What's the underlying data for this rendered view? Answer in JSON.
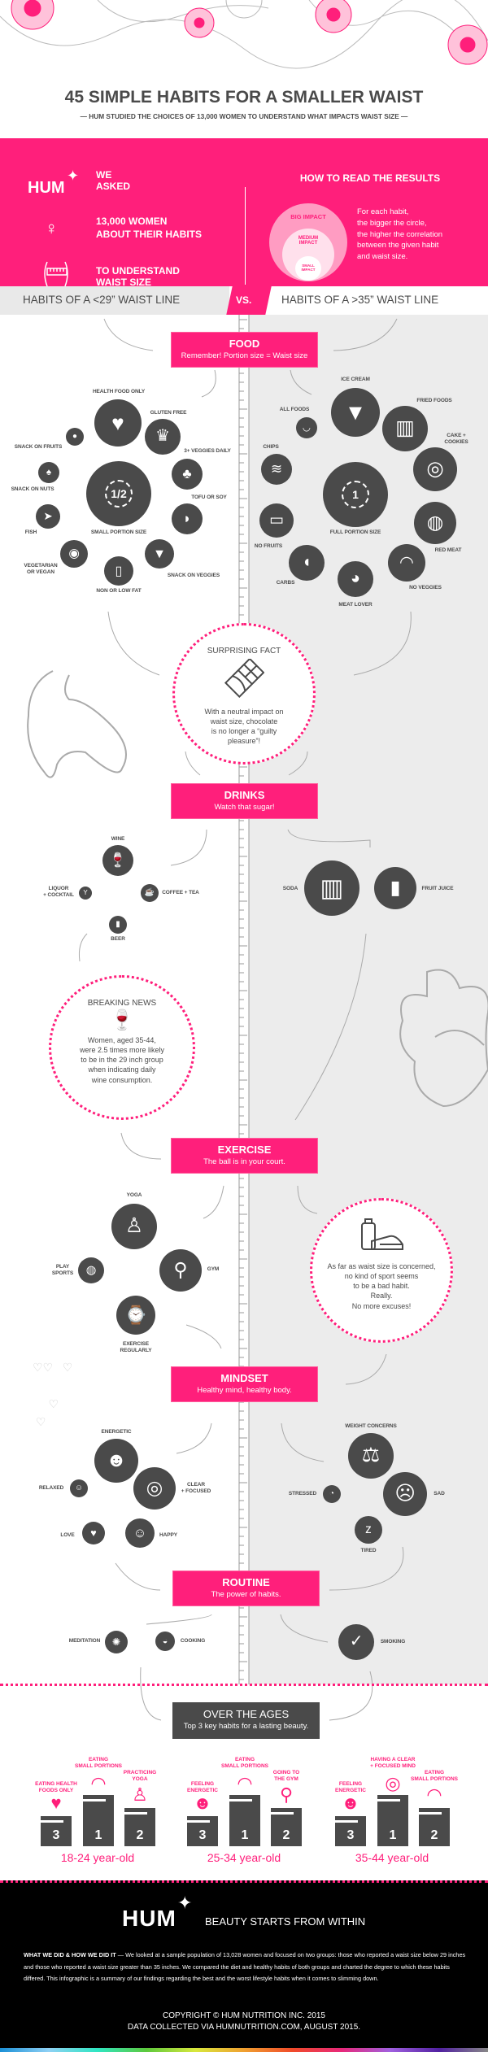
{
  "header": {
    "title": "45 SIMPLE HABITS FOR A SMALLER WAIST",
    "subtitle": "— HUM STUDIED THE CHOICES OF 13,000 WOMEN TO UNDERSTAND WHAT IMPACTS WAIST SIZE —"
  },
  "intro": {
    "logo": "HUM",
    "steps": [
      {
        "icon": "hum-hummingbird-logo",
        "text": "WE\nASKED"
      },
      {
        "icon": "female-symbol-icon",
        "text": "13,000 WOMEN\nABOUT THEIR HABITS"
      },
      {
        "icon": "waist-measuring-tape-icon",
        "text": "TO UNDERSTAND\nWAIST SIZE"
      }
    ],
    "legend": {
      "title": "HOW TO READ THE RESULTS",
      "big": "BIG IMPACT",
      "medium": "MEDIUM\nIMPACT",
      "small": "SMALL\nIMPACT",
      "text": "For each habit,\nthe bigger the circle,\nthe higher the correlation\nbetween the given habit\nand waist size."
    }
  },
  "versus": {
    "left": "HABITS OF A <29” WAIST LINE",
    "vs": "VS.",
    "right": "HABITS OF A >35” WAIST LINE"
  },
  "sections": {
    "food": {
      "title": "FOOD",
      "subtitle": "Remember! Portion size = Waist size",
      "left": [
        {
          "label": "HEALTH FOOD ONLY",
          "icon": "heart-pulse-icon"
        },
        {
          "label": "GLUTEN FREE",
          "icon": "wheat-icon"
        },
        {
          "label": "SNACK ON FRUITS",
          "icon": "apple-icon"
        },
        {
          "label": "3+ VEGGIES DAILY",
          "icon": "broccoli-icon"
        },
        {
          "label": "SNACK ON NUTS",
          "icon": "acorn-icon"
        },
        {
          "label": "SMALL PORTION SIZE",
          "icon": "half-plate-icon",
          "text": "1/2"
        },
        {
          "label": "TOFU OR SOY",
          "icon": "soy-bean-icon"
        },
        {
          "label": "FISH",
          "icon": "fish-icon"
        },
        {
          "label": "VEGETARIAN\nOR VEGAN",
          "icon": "avocado-icon"
        },
        {
          "label": "SNACK ON VEGGIES",
          "icon": "carrot-icon"
        },
        {
          "label": "NON OR LOW FAT",
          "icon": "milk-icon"
        }
      ],
      "right": [
        {
          "label": "ICE CREAM",
          "icon": "ice-cream-icon"
        },
        {
          "label": "ALL FOODS",
          "icon": "bowl-icon"
        },
        {
          "label": "FRIED FOODS",
          "icon": "fries-icon"
        },
        {
          "label": "CHIPS",
          "icon": "chips-icon"
        },
        {
          "label": "CAKE + COOKIES",
          "icon": "cookie-icon"
        },
        {
          "label": "FULL PORTION SIZE",
          "icon": "full-plate-icon",
          "text": "1"
        },
        {
          "label": "NO FRUITS",
          "icon": "candy-bar-icon"
        },
        {
          "label": "RED MEAT",
          "icon": "steak-icon"
        },
        {
          "label": "CARBS",
          "icon": "bread-icon"
        },
        {
          "label": "MEAT LOVER",
          "icon": "ham-icon"
        },
        {
          "label": "NO VEGGIES",
          "icon": "pasta-icon"
        }
      ]
    },
    "drinks": {
      "title": "DRINKS",
      "subtitle": "Watch that sugar!",
      "left": [
        {
          "label": "WINE",
          "icon": "wine-icon"
        },
        {
          "label": "LIQUOR\n+ COCKTAIL",
          "icon": "cocktail-icon"
        },
        {
          "label": "COFFEE + TEA",
          "icon": "coffee-cup-icon"
        },
        {
          "label": "BEER",
          "icon": "beer-mug-icon"
        }
      ],
      "right": [
        {
          "label": "SODA",
          "icon": "soda-cup-icon"
        },
        {
          "label": "FRUIT JUICE",
          "icon": "juice-bottle-icon"
        }
      ]
    },
    "exercise": {
      "title": "EXERCISE",
      "subtitle": "The ball is in your court.",
      "left": [
        {
          "label": "YOGA",
          "icon": "yoga-icon"
        },
        {
          "label": "PLAY\nSPORTS",
          "icon": "volleyball-icon"
        },
        {
          "label": "GYM",
          "icon": "exercise-bike-icon"
        },
        {
          "label": "EXERCISE\nREGULARLY",
          "icon": "fitness-watch-icon"
        }
      ],
      "right": []
    },
    "mindset": {
      "title": "MINDSET",
      "subtitle": "Healthy mind, healthy body.",
      "left": [
        {
          "label": "ENERGETIC",
          "icon": "head-energy-icon"
        },
        {
          "label": "RELAXED",
          "icon": "head-relaxed-icon"
        },
        {
          "label": "CLEAR\n+ FOCUSED",
          "icon": "target-icon"
        },
        {
          "label": "LOVE",
          "icon": "heart-icon"
        },
        {
          "label": "HAPPY",
          "icon": "happy-face-icon"
        }
      ],
      "right": [
        {
          "label": "WEIGHT CONCERNS",
          "icon": "kitchen-scale-icon"
        },
        {
          "label": "STRESSED",
          "icon": "gauge-icon"
        },
        {
          "label": "SAD",
          "icon": "sad-face-icon"
        },
        {
          "label": "TIRED",
          "icon": "sleep-icon"
        }
      ]
    },
    "routine": {
      "title": "ROUTINE",
      "subtitle": "The power of habits.",
      "left": [
        {
          "label": "MEDITATION",
          "icon": "lotus-icon"
        },
        {
          "label": "COOKING",
          "icon": "cooking-pot-icon"
        }
      ],
      "right": [
        {
          "label": "SMOKING",
          "icon": "cigarette-icon"
        }
      ]
    }
  },
  "facts": {
    "surprising": {
      "title": "SURPRISING FACT",
      "icon": "chocolate-bar-icon",
      "text": "With a neutral impact on\nwaist size, chocolate\nis no longer a “guilty\npleasure”!"
    },
    "breaking": {
      "title": "BREAKING NEWS",
      "icon": "wine-bottle-glass-icon",
      "text": "Women, aged 35-44,\nwere 2.5 times more likely\nto be in the 29 inch group\nwhen indicating daily\nwine consumption."
    },
    "sport": {
      "icon": "water-bottle-sneaker-icon",
      "text": "As far as waist size is concerned,\nno kind of sport seems\nto be a bad habit.\nReally.\nNo more excuses!"
    }
  },
  "ages": {
    "title": "OVER THE AGES",
    "subtitle": "Top 3 key habits for a lasting beauty.",
    "groups": [
      {
        "label": "18-24 year-old",
        "first": {
          "rank": "1",
          "label": "EATING\nSMALL PORTIONS",
          "icon": "half-plate-icon"
        },
        "second": {
          "rank": "2",
          "label": "PRACTICING\nYOGA",
          "icon": "yoga-icon"
        },
        "third": {
          "rank": "3",
          "label": "EATING HEALTH\nFOODS ONLY",
          "icon": "heart-pulse-icon"
        }
      },
      {
        "label": "25-34 year-old",
        "first": {
          "rank": "1",
          "label": "EATING\nSMALL PORTIONS",
          "icon": "half-plate-icon"
        },
        "second": {
          "rank": "2",
          "label": "GOING TO\nTHE GYM",
          "icon": "exercise-bike-icon"
        },
        "third": {
          "rank": "3",
          "label": "FEELING\nENERGETIC",
          "icon": "head-energy-icon"
        }
      },
      {
        "label": "35-44 year-old",
        "first": {
          "rank": "1",
          "label": "HAVING A CLEAR\n+ FOCUSED MIND",
          "icon": "target-icon"
        },
        "second": {
          "rank": "2",
          "label": "EATING\nSMALL PORTIONS",
          "icon": "half-plate-icon"
        },
        "third": {
          "rank": "3",
          "label": "FEELING\nENERGETIC",
          "icon": "head-energy-icon"
        }
      }
    ]
  },
  "footer": {
    "logo": "HUM",
    "tagline": "BEAUTY STARTS FROM WITHIN",
    "method_heading": "WHAT WE DID & HOW WE DID IT",
    "method": "— We looked at a sample population of 13,028 women and focused on two groups: those who reported a waist size below 29 inches and those who reported a waist size greater than 35 inches. We compared the diet and healthy habits of both groups and charted the degree to which these habits differed. This infographic is a summary of our findings regarding the best and the worst lifestyle habits when it comes to slimming down.",
    "copyright": "COPYRIGHT © HUM NUTRITION INC. 2015",
    "data_source": "DATA COLLECTED VIA HUMNUTRITION.COM, AUGUST 2015."
  },
  "colors": {
    "accent": "#ff1f7b",
    "icon_circle": "#4a4a4a",
    "right_bg": "#ececec",
    "footer_bg": "#000000"
  }
}
